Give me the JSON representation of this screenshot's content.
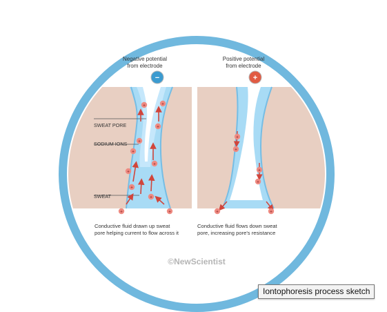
{
  "diagram": {
    "left_heading": "Negative potential\nfrom electrode",
    "right_heading": "Positive potential\nfrom electrode",
    "labels": {
      "sweat_pore": "SWEAT PORE",
      "sodium_ions": "SODIUM IONS",
      "sweat": "SWEAT"
    },
    "left_caption": "Conductive fluid drawn up sweat\npore helping current to flow across it",
    "right_caption": "Conductive fluid flows down sweat\npore, increasing pore's resistance",
    "copyright": "©NewScientist",
    "electrode_symbols": {
      "negative": "−",
      "positive": "+"
    },
    "ion_symbol": "+"
  },
  "tooltip": {
    "text": "Iontophoresis process sketch"
  },
  "colors": {
    "ring": "#70b8de",
    "inner_background": "#ffffff",
    "skin": "#e8cfc2",
    "fluid": "#a8dbf5",
    "dark_fluid_edge": "#76bde4",
    "ion_fill": "#ee8b82",
    "arrow": "#d1453b",
    "negative_electrode": "#3c9bd0",
    "positive_electrode": "#e15b43",
    "text": "#333333"
  },
  "icons": {
    "negative": "minus-electrode-icon",
    "positive": "plus-electrode-icon",
    "ion": "sodium-ion-icon",
    "flow_arrow": "upward-arrow-icon"
  }
}
